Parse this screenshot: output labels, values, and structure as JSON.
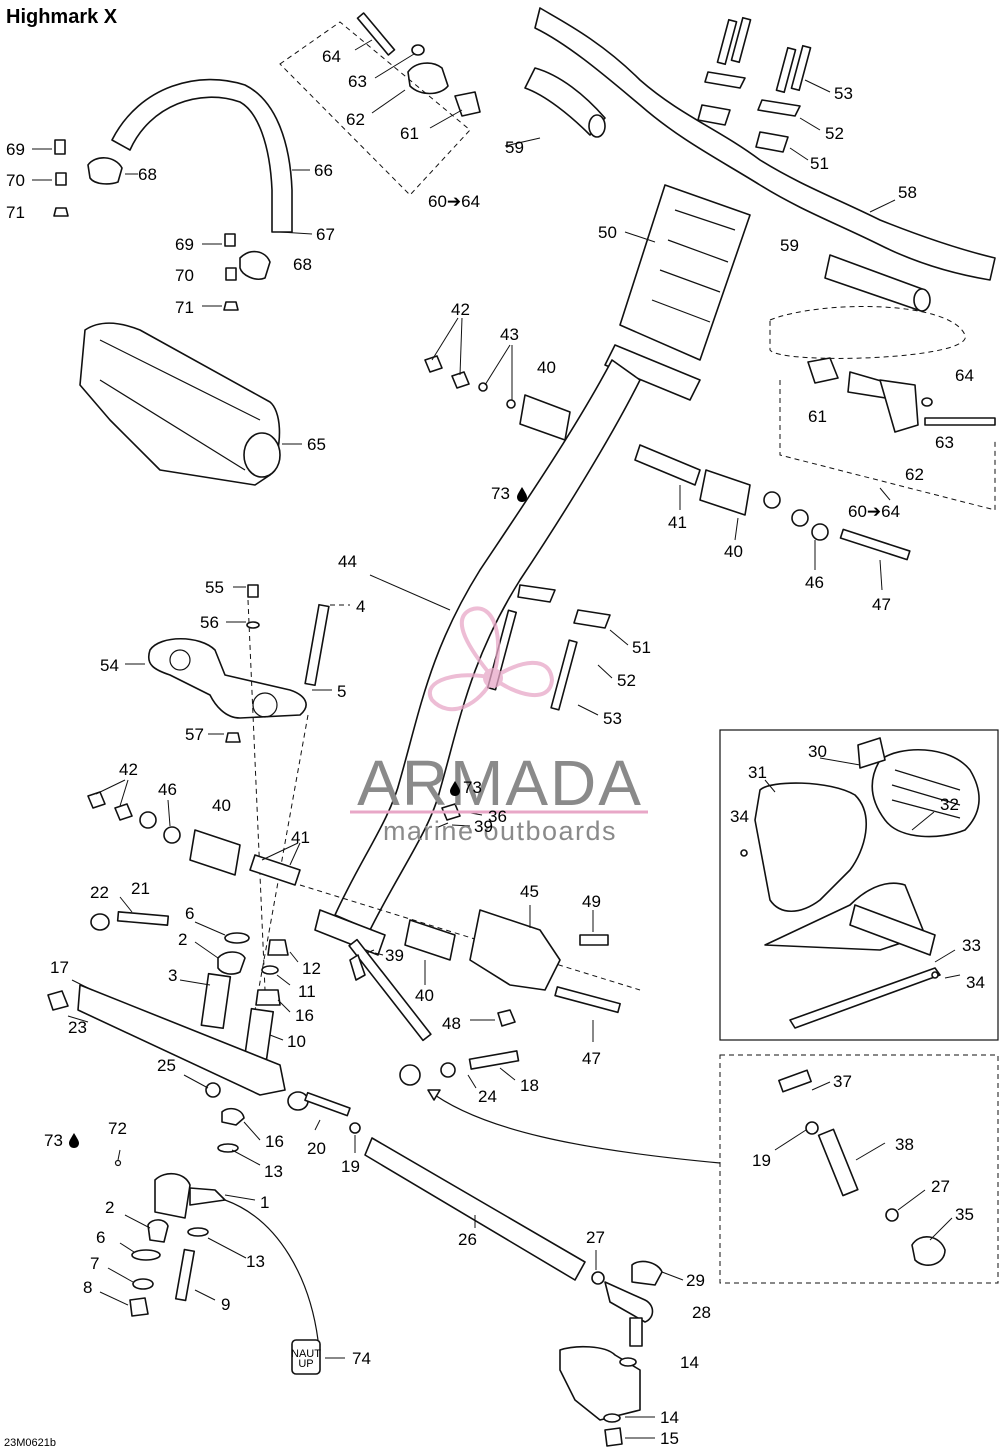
{
  "title": "Highmark X",
  "drawing_code": "23M0621b",
  "watermark": {
    "brand": "ARMADA",
    "tagline": "marine outboards",
    "color": "#e8a7c7"
  },
  "callouts": [
    {
      "id": "c64a",
      "label": "64"
    },
    {
      "id": "c63a",
      "label": "63"
    },
    {
      "id": "c62a",
      "label": "62"
    },
    {
      "id": "c61a",
      "label": "61"
    },
    {
      "id": "c59a",
      "label": "59"
    },
    {
      "id": "c6064a",
      "label": "60➔64"
    },
    {
      "id": "c53a",
      "label": "53"
    },
    {
      "id": "c52a",
      "label": "52"
    },
    {
      "id": "c51a",
      "label": "51"
    },
    {
      "id": "c58",
      "label": "58"
    },
    {
      "id": "c50",
      "label": "50"
    },
    {
      "id": "c59b",
      "label": "59"
    },
    {
      "id": "c69a",
      "label": "69"
    },
    {
      "id": "c70a",
      "label": "70"
    },
    {
      "id": "c71a",
      "label": "71"
    },
    {
      "id": "c68a",
      "label": "68"
    },
    {
      "id": "c66",
      "label": "66"
    },
    {
      "id": "c67",
      "label": "67"
    },
    {
      "id": "c69b",
      "label": "69"
    },
    {
      "id": "c70b",
      "label": "70"
    },
    {
      "id": "c71b",
      "label": "71"
    },
    {
      "id": "c68b",
      "label": "68"
    },
    {
      "id": "c65",
      "label": "65"
    },
    {
      "id": "c42a",
      "label": "42"
    },
    {
      "id": "c43",
      "label": "43"
    },
    {
      "id": "c40a",
      "label": "40"
    },
    {
      "id": "c73a",
      "label": "73"
    },
    {
      "id": "c64b",
      "label": "64"
    },
    {
      "id": "c61b",
      "label": "61"
    },
    {
      "id": "c63b",
      "label": "63"
    },
    {
      "id": "c62b",
      "label": "62"
    },
    {
      "id": "c6064b",
      "label": "60➔64"
    },
    {
      "id": "c41a",
      "label": "41"
    },
    {
      "id": "c40b",
      "label": "40"
    },
    {
      "id": "c46a",
      "label": "46"
    },
    {
      "id": "c47a",
      "label": "47"
    },
    {
      "id": "c44",
      "label": "44"
    },
    {
      "id": "c55",
      "label": "55"
    },
    {
      "id": "c4",
      "label": "4"
    },
    {
      "id": "c56",
      "label": "56"
    },
    {
      "id": "c54",
      "label": "54"
    },
    {
      "id": "c5",
      "label": "5"
    },
    {
      "id": "c57",
      "label": "57"
    },
    {
      "id": "c51b",
      "label": "51"
    },
    {
      "id": "c52b",
      "label": "52"
    },
    {
      "id": "c53b",
      "label": "53"
    },
    {
      "id": "c73b",
      "label": "73"
    },
    {
      "id": "c42b",
      "label": "42"
    },
    {
      "id": "c46b",
      "label": "46"
    },
    {
      "id": "c40c",
      "label": "40"
    },
    {
      "id": "c36",
      "label": "36"
    },
    {
      "id": "c39a",
      "label": "39"
    },
    {
      "id": "c41b",
      "label": "41"
    },
    {
      "id": "c30",
      "label": "30"
    },
    {
      "id": "c31",
      "label": "31"
    },
    {
      "id": "c34a",
      "label": "34"
    },
    {
      "id": "c32",
      "label": "32"
    },
    {
      "id": "c33",
      "label": "33"
    },
    {
      "id": "c34b",
      "label": "34"
    },
    {
      "id": "c22",
      "label": "22"
    },
    {
      "id": "c21",
      "label": "21"
    },
    {
      "id": "c6a",
      "label": "6"
    },
    {
      "id": "c45",
      "label": "45"
    },
    {
      "id": "c49",
      "label": "49"
    },
    {
      "id": "c17",
      "label": "17"
    },
    {
      "id": "c2a",
      "label": "2"
    },
    {
      "id": "c12",
      "label": "12"
    },
    {
      "id": "c39b",
      "label": "39"
    },
    {
      "id": "c3",
      "label": "3"
    },
    {
      "id": "c11",
      "label": "11"
    },
    {
      "id": "c23",
      "label": "23"
    },
    {
      "id": "c16a",
      "label": "16"
    },
    {
      "id": "c40d",
      "label": "40"
    },
    {
      "id": "c48",
      "label": "48"
    },
    {
      "id": "c47b",
      "label": "47"
    },
    {
      "id": "c10",
      "label": "10"
    },
    {
      "id": "c25",
      "label": "25"
    },
    {
      "id": "c18",
      "label": "18"
    },
    {
      "id": "c24",
      "label": "24"
    },
    {
      "id": "c37",
      "label": "37"
    },
    {
      "id": "c73c",
      "label": "73"
    },
    {
      "id": "c72",
      "label": "72"
    },
    {
      "id": "c16b",
      "label": "16"
    },
    {
      "id": "c20",
      "label": "20"
    },
    {
      "id": "c13a",
      "label": "13"
    },
    {
      "id": "c19a",
      "label": "19"
    },
    {
      "id": "c38",
      "label": "38"
    },
    {
      "id": "c19b",
      "label": "19"
    },
    {
      "id": "c1",
      "label": "1"
    },
    {
      "id": "c27a",
      "label": "27"
    },
    {
      "id": "c35",
      "label": "35"
    },
    {
      "id": "c2b",
      "label": "2"
    },
    {
      "id": "c26",
      "label": "26"
    },
    {
      "id": "c13b",
      "label": "13"
    },
    {
      "id": "c6b",
      "label": "6"
    },
    {
      "id": "c27b",
      "label": "27"
    },
    {
      "id": "c7",
      "label": "7"
    },
    {
      "id": "c29",
      "label": "29"
    },
    {
      "id": "c8",
      "label": "8"
    },
    {
      "id": "c9",
      "label": "9"
    },
    {
      "id": "c28",
      "label": "28"
    },
    {
      "id": "c74",
      "label": "74"
    },
    {
      "id": "c14a",
      "label": "14"
    },
    {
      "id": "c14b",
      "label": "14"
    },
    {
      "id": "c15",
      "label": "15"
    }
  ],
  "lube_symbol": "drop-icon",
  "tag_74_text": [
    "NAUT",
    "UP"
  ]
}
